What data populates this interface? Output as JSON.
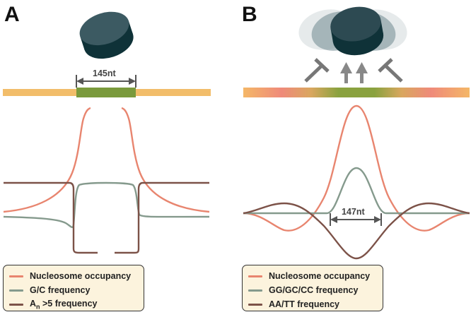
{
  "panels": [
    {
      "letter": "A",
      "segment_label": "145nt",
      "legend": [
        {
          "label": "Nucleosome occupancy",
          "color": "#e8856f"
        },
        {
          "label": "G/C frequency",
          "color": "#859a8d"
        },
        {
          "label_main": "A",
          "label_sub": "n",
          "label_rest": " >5 frequency",
          "color": "#7c5248"
        }
      ]
    },
    {
      "letter": "B",
      "segment_label": "147nt",
      "legend": [
        {
          "label": "Nucleosome occupancy",
          "color": "#e8856f"
        },
        {
          "label": "GG/GC/CC frequency",
          "color": "#859a8d"
        },
        {
          "label": "AA/TT frequency",
          "color": "#7c5248"
        }
      ]
    }
  ],
  "colors": {
    "dna_bar": "#f2bd6a",
    "nucleosome_site": "#7a9a3c",
    "nucleosome_dark": "#2d4a52",
    "nucleosome_side": "#0f3238",
    "arrow_gray": "#7a7a7a",
    "unfavorable_region": "#ef8a7a"
  }
}
